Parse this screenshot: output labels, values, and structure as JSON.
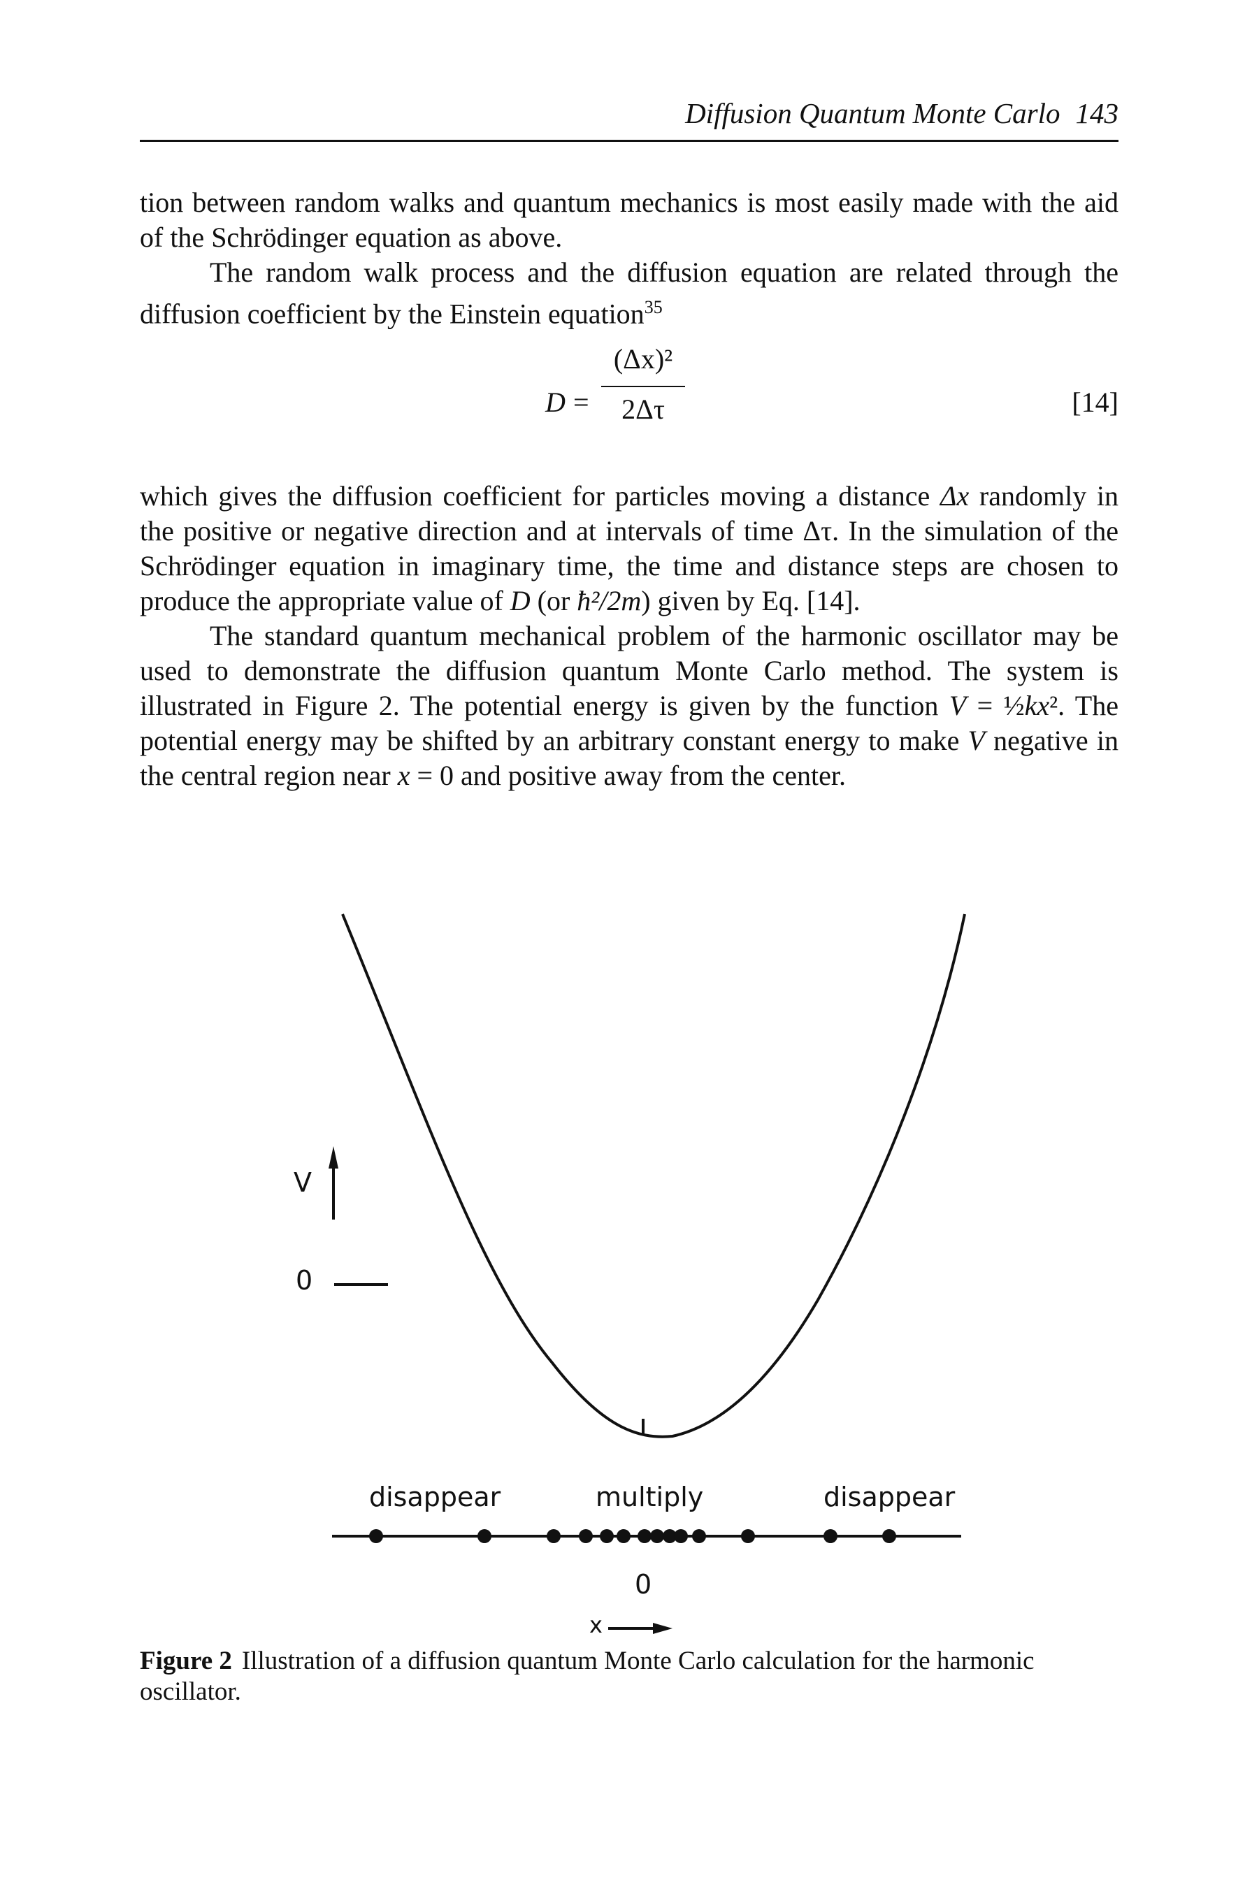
{
  "header": {
    "running_title": "Diffusion Quantum Monte Carlo",
    "page_number": "143"
  },
  "paragraphs": {
    "p1_l1": "tion between random walks and quantum mechanics is most easily made with the aid of the Schrödinger equation as above.",
    "p1_l2a": "The random walk process and the diffusion equation are related through the diffusion coefficient by the Einstein equation",
    "p1_l2_sup": "35",
    "p2a": "which gives the diffusion coefficient for particles moving a distance ",
    "p2_dx": "Δx",
    "p2b": " randomly in the positive or negative direction and at intervals of time Δτ. In the simulation of the Schrödinger equation in imaginary time, the time and distance steps are chosen to produce the appropriate value of ",
    "p2_D": "D",
    "p2c": " (or ",
    "p2_hbar": "ħ²/2m",
    "p2d": ") given by Eq. [14].",
    "p3a": "The standard quantum mechanical problem of the harmonic oscillator may be used to demonstrate the diffusion quantum Monte Carlo method. The system is illustrated in Figure 2. The potential energy is given by the function ",
    "p3_V": "V",
    "p3b": " = ½",
    "p3_kx": "kx",
    "p3c": "². The potential energy may be shifted by an arbitrary constant energy to make ",
    "p3_V2": "V",
    "p3d": " negative in the central region near ",
    "p3_x": "x",
    "p3e": " = 0 and positive away from the center."
  },
  "equation": {
    "lhs": "D",
    "equals": "=",
    "numerator": "(Δx)²",
    "denominator": "2Δτ",
    "tag": "[14]"
  },
  "figure": {
    "v_axis_label": "V",
    "zero_level_label": "0",
    "region_left": "disappear",
    "region_center": "multiply",
    "region_right": "disappear",
    "origin_label": "0",
    "x_axis_label": "x"
  },
  "caption": {
    "label": "Figure 2",
    "text": "Illustration of a diffusion quantum Monte Carlo calculation for the harmonic oscillator."
  }
}
